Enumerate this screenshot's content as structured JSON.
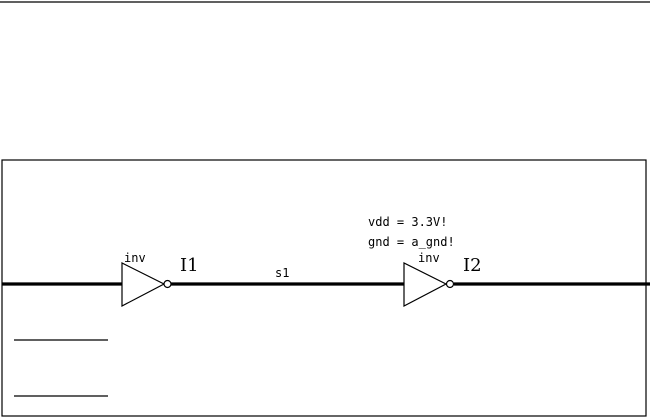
{
  "schematic": {
    "instances": [
      {
        "cell": "inv",
        "name": "I1"
      },
      {
        "cell": "inv",
        "name": "I2"
      }
    ],
    "net_label": "s1",
    "properties": {
      "vdd": "vdd = 3.3V!",
      "gnd": "gnd = a_gnd!"
    }
  },
  "colors": {
    "wire": "#000000",
    "background": "#ffffff"
  }
}
